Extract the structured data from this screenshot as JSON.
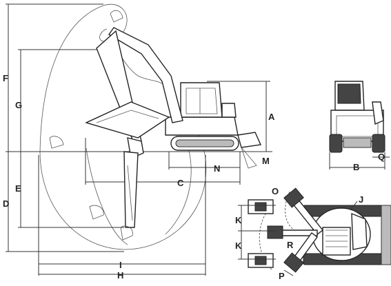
{
  "labels": {
    "A": "A",
    "B": "B",
    "C": "C",
    "D": "D",
    "E": "E",
    "F": "F",
    "G": "G",
    "H": "H",
    "I": "I",
    "J": "J",
    "K_top": "K",
    "K_bottom": "K",
    "M": "M",
    "N": "N",
    "O": "O",
    "P": "P",
    "Q": "Q",
    "R": "R"
  }
}
